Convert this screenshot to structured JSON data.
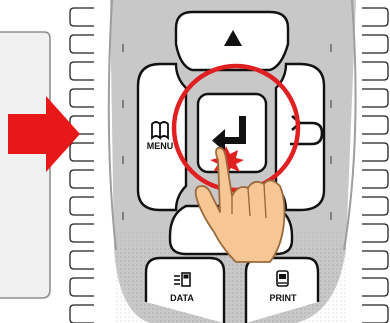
{
  "keypad": {
    "menu_label": "MENU",
    "data_label": "DATA",
    "print_label": "PRINT"
  },
  "icons": {
    "menu": "book-icon",
    "data": "data-icon",
    "print": "print-icon",
    "up": "up-arrow-icon",
    "enter": "enter-arrow-icon",
    "back": "back-arrow-icon",
    "pointer": "pointing-hand-icon",
    "highlight": "highlight-circle",
    "arrow": "right-arrow-indicator"
  },
  "colors": {
    "highlight": "#e02020",
    "arrow": "#e81818",
    "pad": "#c9c9c9",
    "hand": "#f6c694",
    "tick": "#6f6f6f"
  }
}
